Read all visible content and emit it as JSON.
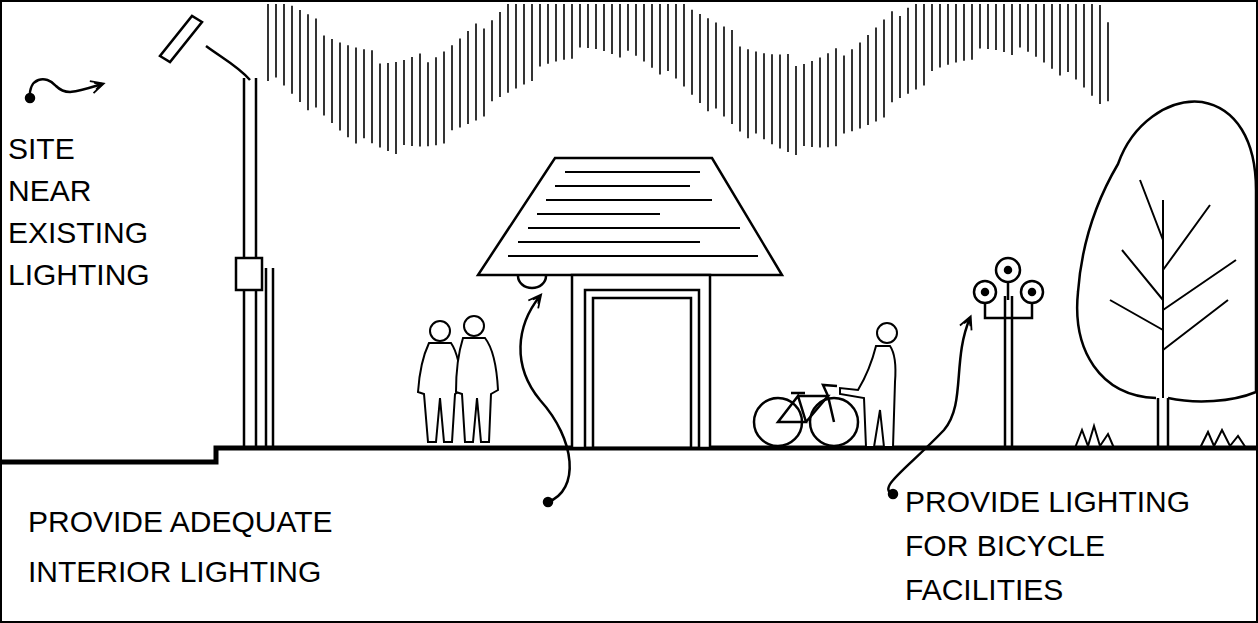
{
  "diagram": {
    "labels": [
      "SITE NEAR EXISTING LIGHTING",
      "PROVIDE ADEQUATE INTERIOR LIGHTING",
      "PROVIDE LIGHTING FOR BICYCLE FACILITIES"
    ]
  }
}
